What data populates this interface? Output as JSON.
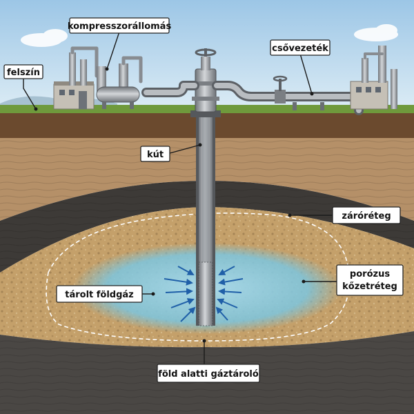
{
  "labels": {
    "surface": "felszín",
    "compressor": "kompresszorállomás",
    "pipeline": "csővezeték",
    "well": "kút",
    "cap_rock": "záróréteg",
    "stored_gas": "tárolt földgáz",
    "porous_rock_line1": "porózus",
    "porous_rock_line2": "kőzetréteg",
    "storage": "föld alatti gáztároló"
  },
  "colors": {
    "sky_top": "#9cc6e6",
    "sky_bottom": "#dcecf5",
    "grass": "#6f9a3c",
    "topsoil": "#6b4a2e",
    "sand_layer": "#b59068",
    "cap_rock": "#3d3a37",
    "reservoir": "#c4a06a",
    "gas": "#7cc6e0",
    "deep_rock": "#4a4744",
    "arrow": "#1f5fa8",
    "steel": "#a9adb2"
  },
  "icons": [
    "gas-flow-arrow-icon",
    "valve-wheel-icon"
  ]
}
